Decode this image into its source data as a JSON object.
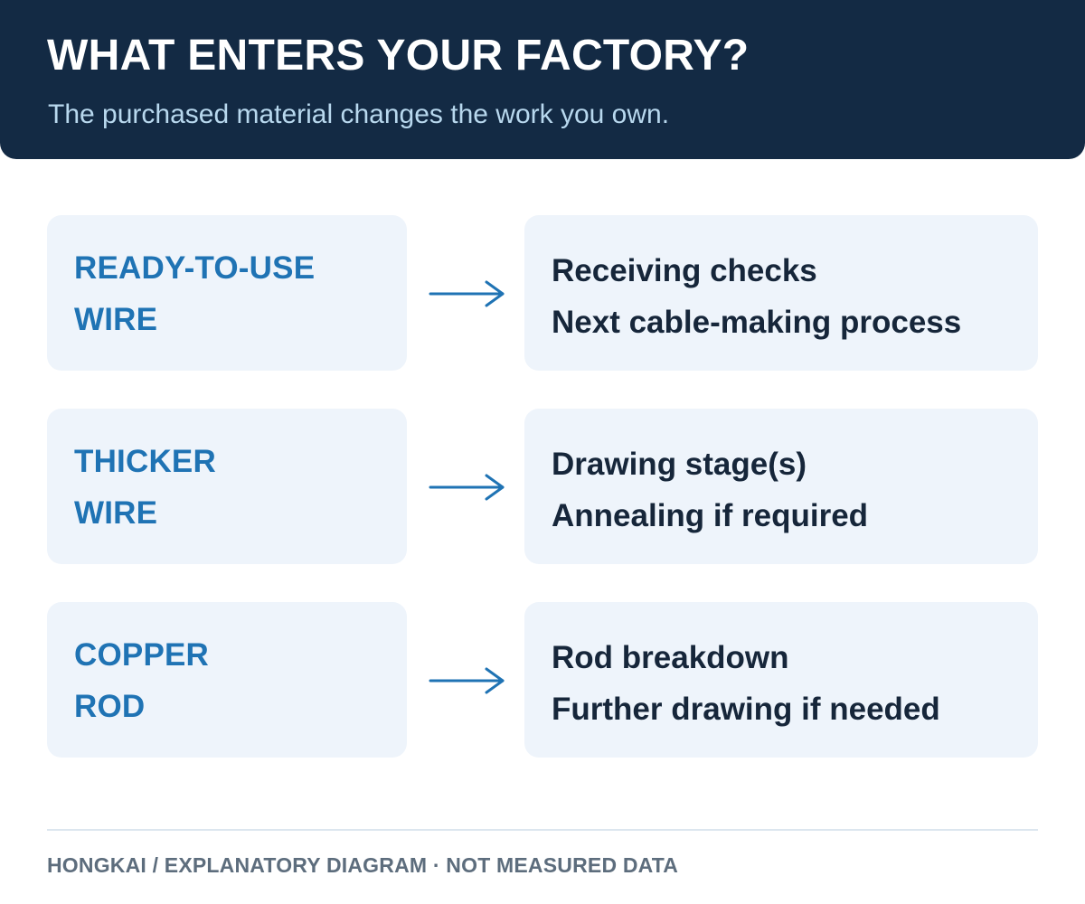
{
  "header": {
    "title": "WHAT ENTERS YOUR FACTORY?",
    "subtitle": "The purchased material changes the work you own."
  },
  "rows": [
    {
      "input_lines": [
        "READY-TO-USE",
        "WIRE"
      ],
      "output_lines": [
        "Receiving checks",
        "Next cable-making process"
      ]
    },
    {
      "input_lines": [
        "THICKER",
        "WIRE"
      ],
      "output_lines": [
        "Drawing stage(s)",
        "Annealing if required"
      ]
    },
    {
      "input_lines": [
        "COPPER",
        "ROD"
      ],
      "output_lines": [
        "Rod breakdown",
        "Further drawing if needed"
      ]
    }
  ],
  "footer": {
    "text": "HONGKAI / EXPLANATORY DIAGRAM · NOT MEASURED DATA"
  },
  "colors": {
    "header_bg": "#132a44",
    "accent_blue": "#1f73b4",
    "box_bg": "#eef4fb",
    "text_dark": "#16263a"
  },
  "icons": {
    "connector": "arrow-right-icon"
  }
}
